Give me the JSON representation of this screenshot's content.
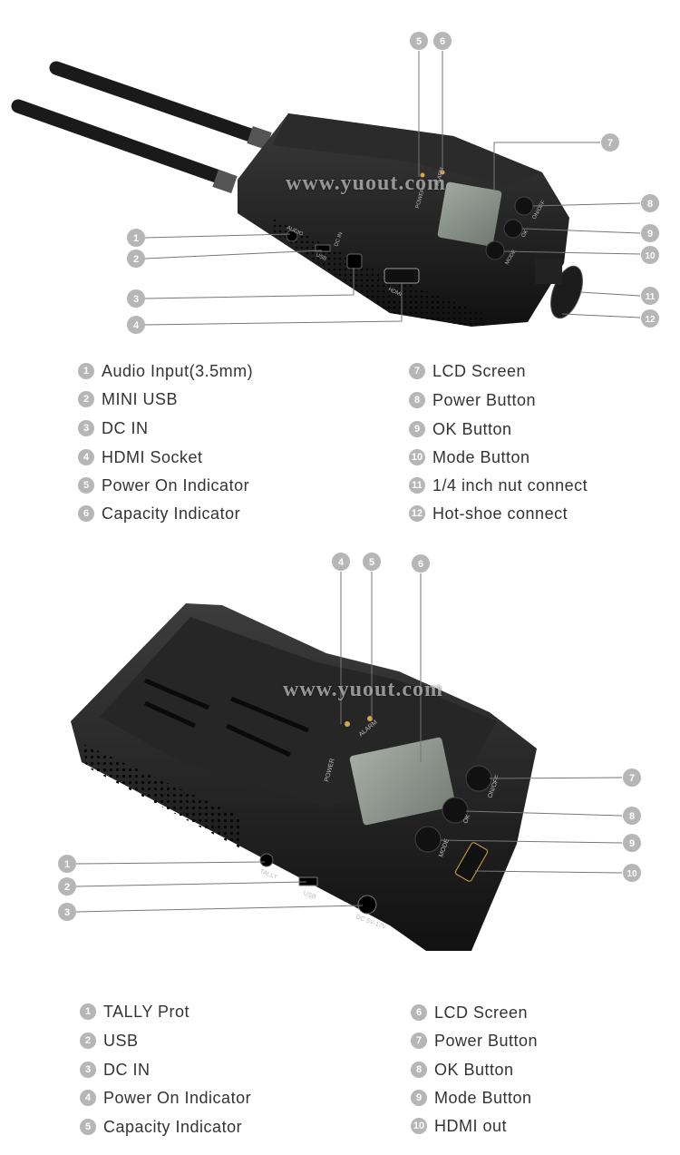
{
  "watermark": "www.yuout.com",
  "device_print": {
    "top": {
      "power": "POWER",
      "alarm": "ALARM",
      "onoff": "ON/OFF",
      "ok": "OK",
      "mode": "MODE",
      "audio": "AUDIO",
      "usb": "USB",
      "dc": "DC IN",
      "hdmi": "HDMI"
    },
    "bottom": {
      "power": "POWER",
      "alarm": "ALARM",
      "onoff": "ON/OFF",
      "ok": "OK",
      "mode": "MODE",
      "usb": "USB",
      "tally": "TALLY",
      "dc": "DC 5V-17V"
    }
  },
  "top_diagram": {
    "callouts": [
      "1",
      "2",
      "3",
      "4",
      "5",
      "6",
      "7",
      "8",
      "9",
      "10",
      "11",
      "12"
    ],
    "legend_left": [
      {
        "n": "1",
        "label": "Audio Input(3.5mm)"
      },
      {
        "n": "2",
        "label": "MINI USB"
      },
      {
        "n": "3",
        "label": "DC IN"
      },
      {
        "n": "4",
        "label": "HDMI Socket"
      },
      {
        "n": "5",
        "label": "Power On Indicator"
      },
      {
        "n": "6",
        "label": "Capacity Indicator"
      }
    ],
    "legend_right": [
      {
        "n": "7",
        "label": "LCD Screen"
      },
      {
        "n": "8",
        "label": "Power Button"
      },
      {
        "n": "9",
        "label": "OK Button"
      },
      {
        "n": "10",
        "label": "Mode Button"
      },
      {
        "n": "11",
        "label": "1/4 inch nut connect"
      },
      {
        "n": "12",
        "label": "Hot-shoe connect"
      }
    ]
  },
  "bottom_diagram": {
    "callouts": [
      "1",
      "2",
      "3",
      "4",
      "5",
      "6",
      "7",
      "8",
      "9",
      "10"
    ],
    "legend_left": [
      {
        "n": "1",
        "label": "TALLY Prot"
      },
      {
        "n": "2",
        "label": "USB"
      },
      {
        "n": "3",
        "label": "DC IN"
      },
      {
        "n": "4",
        "label": "Power On Indicator"
      },
      {
        "n": "5",
        "label": "Capacity Indicator"
      }
    ],
    "legend_right": [
      {
        "n": "6",
        "label": "LCD Screen"
      },
      {
        "n": "7",
        "label": "Power Button"
      },
      {
        "n": "8",
        "label": "OK Button"
      },
      {
        "n": "9",
        "label": "Mode Button"
      },
      {
        "n": "10",
        "label": "HDMI out"
      }
    ]
  }
}
